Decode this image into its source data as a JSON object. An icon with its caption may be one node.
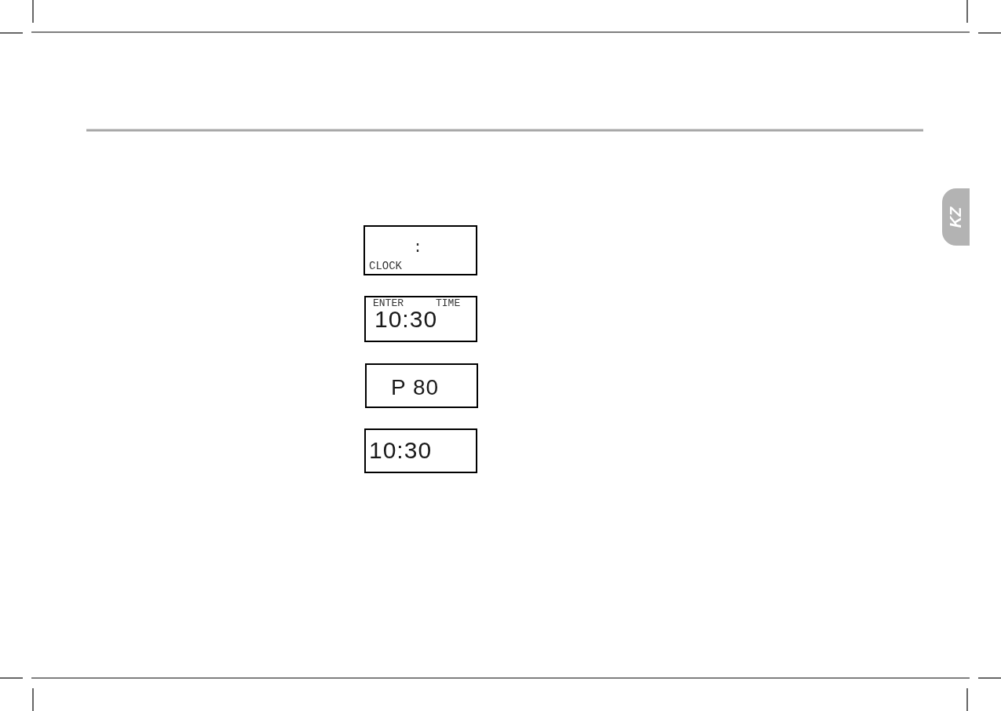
{
  "diagram": {
    "nodes": [
      {
        "text": [
          ":",
          "CLOCK"
        ]
      },
      {
        "text": [
          "ENTER",
          "TIME",
          "10:30"
        ]
      },
      {
        "text": [
          "P 80"
        ]
      },
      {
        "text": [
          "10:30"
        ]
      },
      {
        "text": [
          "KZ"
        ]
      }
    ]
  }
}
